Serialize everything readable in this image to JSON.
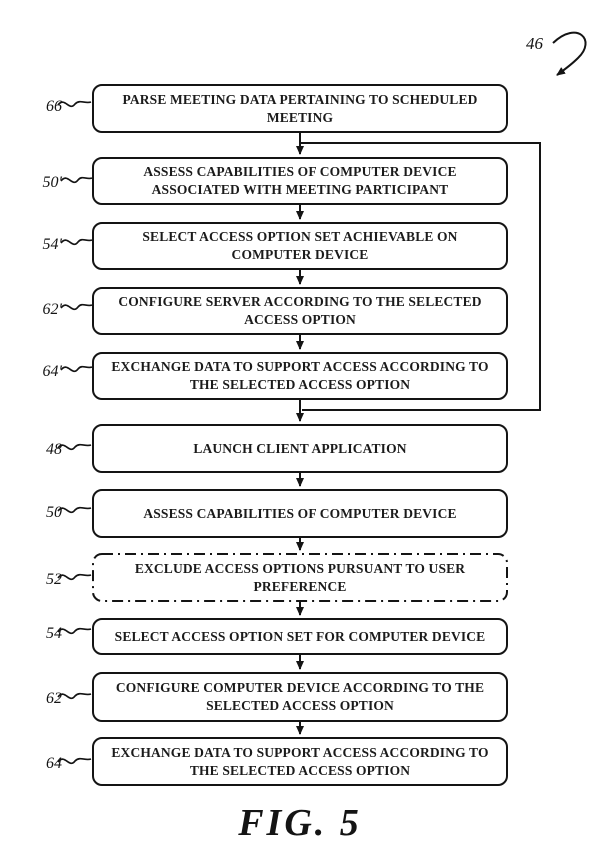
{
  "figure": {
    "caption": "FIG. 5",
    "reference": "46",
    "type": "patent-flowchart",
    "line_color": "#141414",
    "background": "#ffffff"
  },
  "nodes": [
    {
      "ref": "66",
      "text": "PARSE MEETING DATA PERTAINING TO SCHEDULED\nMEETING",
      "border": "solid"
    },
    {
      "ref": "50′",
      "text": "ASSESS CAPABILITIES OF COMPUTER DEVICE\nASSOCIATED WITH MEETING PARTICIPANT",
      "border": "solid"
    },
    {
      "ref": "54′",
      "text": "SELECT ACCESS OPTION SET ACHIEVABLE ON\nCOMPUTER DEVICE",
      "border": "solid"
    },
    {
      "ref": "62′",
      "text": "CONFIGURE SERVER ACCORDING TO THE SELECTED\nACCESS OPTION",
      "border": "solid"
    },
    {
      "ref": "64′",
      "text": "EXCHANGE DATA TO SUPPORT ACCESS ACCORDING TO\nTHE SELECTED ACCESS OPTION",
      "border": "solid"
    },
    {
      "ref": "48",
      "text": "LAUNCH CLIENT APPLICATION",
      "border": "solid"
    },
    {
      "ref": "50",
      "text": "ASSESS CAPABILITIES OF COMPUTER DEVICE",
      "border": "solid"
    },
    {
      "ref": "52",
      "text": "EXCLUDE ACCESS OPTIONS PURSUANT TO USER\nPREFERENCE",
      "border": "dash-dot"
    },
    {
      "ref": "54",
      "text": "SELECT ACCESS OPTION SET FOR COMPUTER DEVICE",
      "border": "solid"
    },
    {
      "ref": "62",
      "text": "CONFIGURE COMPUTER DEVICE ACCORDING TO THE\nSELECTED ACCESS OPTION",
      "border": "solid"
    },
    {
      "ref": "64",
      "text": "EXCHANGE DATA TO SUPPORT ACCESS ACCORDING TO\nTHE SELECTED ACCESS OPTION",
      "border": "solid"
    }
  ],
  "edges": [
    "66 -> 50′",
    "50′ -> 54′",
    "54′ -> 62′",
    "62′ -> 64′",
    "64′ -> 48",
    "66 -> 48 (right-side bypass)",
    "48 -> 50",
    "50 -> 52",
    "52 -> 54",
    "54 -> 62",
    "62 -> 64"
  ]
}
